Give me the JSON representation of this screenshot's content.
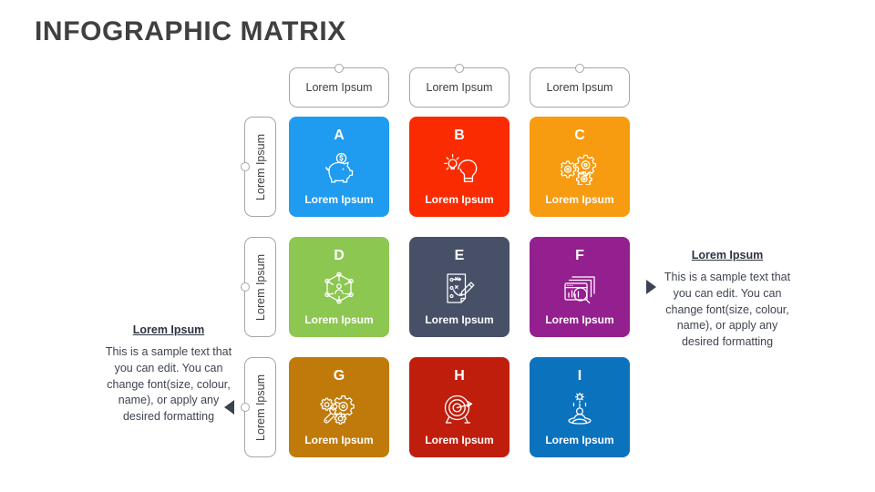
{
  "title": "INFOGRAPHIC MATRIX",
  "columns": [
    {
      "label": "Lorem Ipsum"
    },
    {
      "label": "Lorem Ipsum"
    },
    {
      "label": "Lorem Ipsum"
    }
  ],
  "rows": [
    {
      "label": "Lorem Ipsum"
    },
    {
      "label": "Lorem Ipsum"
    },
    {
      "label": "Lorem Ipsum"
    }
  ],
  "cards": [
    {
      "letter": "A",
      "caption": "Lorem Ipsum",
      "color": "#1F9CF0",
      "icon": "piggy-bank-icon"
    },
    {
      "letter": "B",
      "caption": "Lorem Ipsum",
      "color": "#FA2B00",
      "icon": "idea-head-icon"
    },
    {
      "letter": "C",
      "caption": "Lorem Ipsum",
      "color": "#F79B10",
      "icon": "gears-icon"
    },
    {
      "letter": "D",
      "caption": "Lorem Ipsum",
      "color": "#8CC751",
      "icon": "network-user-icon"
    },
    {
      "letter": "E",
      "caption": "Lorem Ipsum",
      "color": "#475067",
      "icon": "strategy-plan-icon"
    },
    {
      "letter": "F",
      "caption": "Lorem Ipsum",
      "color": "#94208F",
      "icon": "data-analysis-icon"
    },
    {
      "letter": "G",
      "caption": "Lorem Ipsum",
      "color": "#C07A09",
      "icon": "wrench-gears-icon"
    },
    {
      "letter": "H",
      "caption": "Lorem Ipsum",
      "color": "#BF1E0D",
      "icon": "target-arrow-icon"
    },
    {
      "letter": "I",
      "caption": "Lorem Ipsum",
      "color": "#0B72BE",
      "icon": "meditation-icon"
    }
  ],
  "notes": {
    "right": {
      "heading": "Lorem Ipsum",
      "body": "This is a sample text that you can edit. You can change font(size, colour, name), or apply any desired formatting"
    },
    "left": {
      "heading": "Lorem Ipsum",
      "body": "This is a sample text that you can edit. You can change font(size, colour, name), or apply any desired formatting"
    }
  }
}
